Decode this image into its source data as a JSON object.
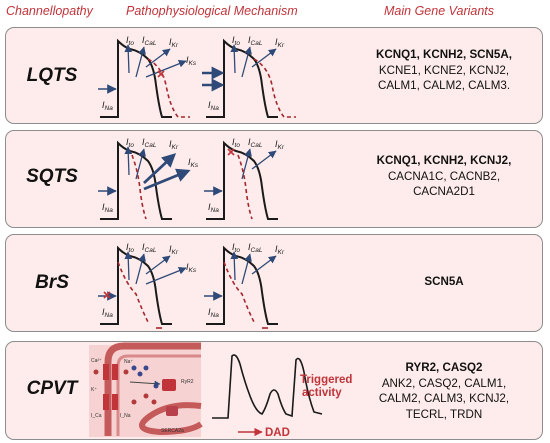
{
  "headers": {
    "channelopathy": "Channellopathy",
    "mechanism": "Pathophysiological Mechanism",
    "genes": "Main Gene Variants"
  },
  "currents": {
    "ito": "I_to",
    "ical": "I_CaL",
    "ikr": "I_Kr",
    "iks": "I_Ks",
    "ina": "I_Na"
  },
  "rows": [
    {
      "label": "LQTS",
      "genes_bold": "KCNQ1, KCNH2, SCN5A,",
      "genes_lines": [
        "KCNE1, KCNE2, KCNJ2,",
        "CALM1, CALM2, CALM3."
      ]
    },
    {
      "label": "SQTS",
      "genes_bold": "KCNQ1, KCNH2, KCNJ2,",
      "genes_lines": [
        "CACNA1C, CACNB2,",
        "CACNA2D1"
      ]
    },
    {
      "label": "BrS",
      "genes_bold": "SCN5A",
      "genes_lines": []
    },
    {
      "label": "CPVT",
      "genes_bold": "RYR2, CASQ2",
      "genes_lines": [
        "ANK2, CASQ2, CALM1,",
        "CALM2, CALM3, KCNJ2,",
        "TECRL, TRDN"
      ]
    }
  ],
  "cpvt": {
    "triggered": "Triggered activity",
    "dad": "DAD",
    "ryr2": "RyR2",
    "serca": "SERCA2a",
    "ca_ion": "Ca²⁺",
    "na_ion": "Na⁺",
    "k_ion": "K⁺",
    "ica": "I_Ca",
    "ina": "I_Na"
  },
  "colors": {
    "accent": "#c0343a",
    "panel": "#fdeceb",
    "arrow": "#2f4a78",
    "abnormal": "#a4262c"
  }
}
